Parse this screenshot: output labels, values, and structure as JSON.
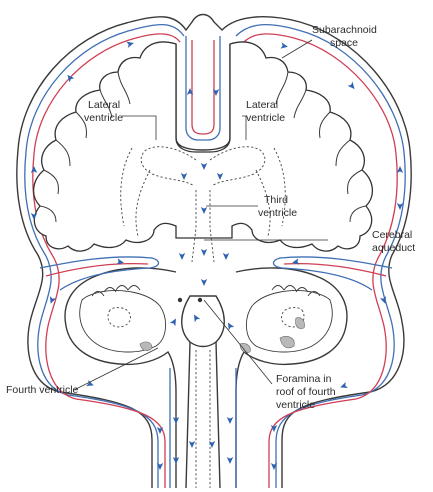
{
  "colors": {
    "csf_flow": "#3f6fb5",
    "pia_arachnoid": "#cf3f55",
    "outline": "#333333"
  },
  "labels": {
    "subarachnoid": [
      "Subarachnoid",
      "space"
    ],
    "lateral_left": [
      "Lateral",
      "ventricle"
    ],
    "lateral_right": [
      "Lateral",
      "ventricle"
    ],
    "third": [
      "Third",
      "ventricle"
    ],
    "aqueduct": [
      "Cerebral",
      "aqueduct"
    ],
    "fourth": "Fourth ventricle",
    "foramina": [
      "Foramina in",
      "roof of fourth",
      "ventricle"
    ]
  }
}
